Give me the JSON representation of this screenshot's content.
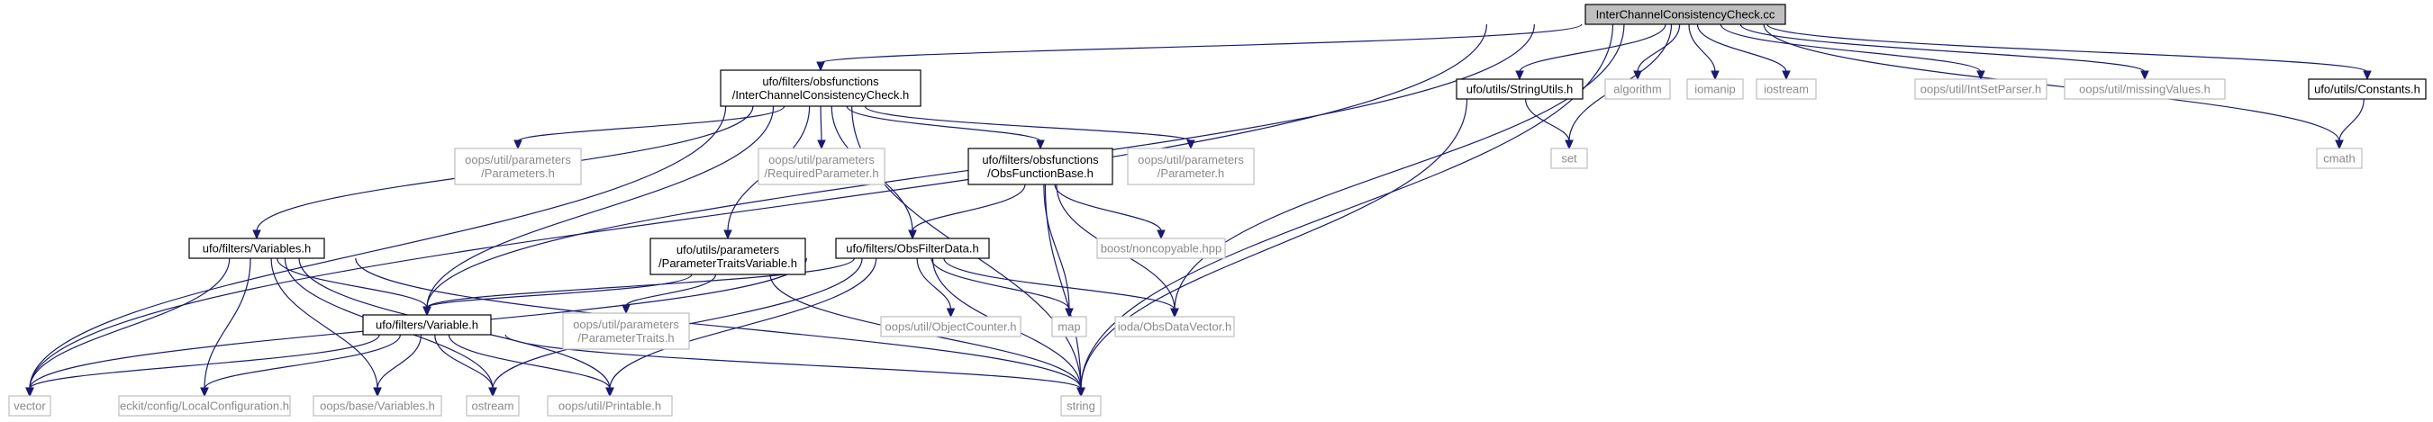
{
  "nodes": [
    {
      "id": "main",
      "style": "main",
      "lines": [
        "InterChannelConsistencyCheck.cc"
      ]
    },
    {
      "id": "icc_h",
      "style": "doc",
      "lines": [
        "ufo/filters/obsfunctions",
        "/InterChannelConsistencyCheck.h"
      ]
    },
    {
      "id": "stringutils",
      "style": "doc",
      "lines": [
        "ufo/utils/StringUtils.h"
      ]
    },
    {
      "id": "algorithm",
      "style": "ext",
      "lines": [
        "algorithm"
      ]
    },
    {
      "id": "iomanip",
      "style": "ext",
      "lines": [
        "iomanip"
      ]
    },
    {
      "id": "iostream",
      "style": "ext",
      "lines": [
        "iostream"
      ]
    },
    {
      "id": "intsetparser",
      "style": "ext",
      "lines": [
        "oops/util/IntSetParser.h"
      ]
    },
    {
      "id": "missingvalues",
      "style": "ext",
      "lines": [
        "oops/util/missingValues.h"
      ]
    },
    {
      "id": "constants",
      "style": "doc",
      "lines": [
        "ufo/utils/Constants.h"
      ]
    },
    {
      "id": "params_h",
      "style": "ext",
      "lines": [
        "oops/util/parameters",
        "/Parameters.h"
      ]
    },
    {
      "id": "reqparam",
      "style": "ext",
      "lines": [
        "oops/util/parameters",
        "/RequiredParameter.h"
      ]
    },
    {
      "id": "obsfuncbase",
      "style": "doc",
      "lines": [
        "ufo/filters/obsfunctions",
        "/ObsFunctionBase.h"
      ]
    },
    {
      "id": "param_h",
      "style": "ext",
      "lines": [
        "oops/util/parameters",
        "/Parameter.h"
      ]
    },
    {
      "id": "set",
      "style": "ext",
      "lines": [
        "set"
      ]
    },
    {
      "id": "cmath",
      "style": "ext",
      "lines": [
        "cmath"
      ]
    },
    {
      "id": "variables_h",
      "style": "doc",
      "lines": [
        "ufo/filters/Variables.h"
      ]
    },
    {
      "id": "ptv",
      "style": "doc",
      "lines": [
        "ufo/utils/parameters",
        "/ParameterTraitsVariable.h"
      ]
    },
    {
      "id": "noncopyable",
      "style": "ext",
      "lines": [
        "boost/noncopyable.hpp"
      ]
    },
    {
      "id": "obsfilterdata",
      "style": "doc",
      "lines": [
        "ufo/filters/ObsFilterData.h"
      ]
    },
    {
      "id": "variable_h",
      "style": "doc",
      "lines": [
        "ufo/filters/Variable.h"
      ]
    },
    {
      "id": "paramtraits",
      "style": "ext",
      "lines": [
        "oops/util/parameters",
        "/ParameterTraits.h"
      ]
    },
    {
      "id": "objectcounter",
      "style": "ext",
      "lines": [
        "oops/util/ObjectCounter.h"
      ]
    },
    {
      "id": "map",
      "style": "ext",
      "lines": [
        "map"
      ]
    },
    {
      "id": "obsdatavector",
      "style": "ext",
      "lines": [
        "ioda/ObsDataVector.h"
      ]
    },
    {
      "id": "vector",
      "style": "ext",
      "lines": [
        "vector"
      ]
    },
    {
      "id": "localconf",
      "style": "ext",
      "lines": [
        "eckit/config/LocalConfiguration.h"
      ]
    },
    {
      "id": "oopsvars",
      "style": "ext",
      "lines": [
        "oops/base/Variables.h"
      ]
    },
    {
      "id": "ostream",
      "style": "ext",
      "lines": [
        "ostream"
      ]
    },
    {
      "id": "printable",
      "style": "ext",
      "lines": [
        "oops/util/Printable.h"
      ]
    },
    {
      "id": "string",
      "style": "ext",
      "lines": [
        "string"
      ]
    }
  ],
  "edges": [
    [
      "main",
      "icc_h"
    ],
    [
      "main",
      "stringutils"
    ],
    [
      "main",
      "algorithm"
    ],
    [
      "main",
      "iomanip"
    ],
    [
      "main",
      "iostream"
    ],
    [
      "main",
      "intsetparser"
    ],
    [
      "main",
      "missingvalues"
    ],
    [
      "main",
      "constants"
    ],
    [
      "main",
      "set"
    ],
    [
      "main",
      "cmath"
    ],
    [
      "main",
      "vector"
    ],
    [
      "main",
      "variable_h"
    ],
    [
      "main",
      "obsdatavector"
    ],
    [
      "main",
      "string"
    ],
    [
      "icc_h",
      "params_h"
    ],
    [
      "icc_h",
      "reqparam"
    ],
    [
      "icc_h",
      "obsfuncbase"
    ],
    [
      "icc_h",
      "param_h"
    ],
    [
      "icc_h",
      "variables_h"
    ],
    [
      "icc_h",
      "ptv"
    ],
    [
      "icc_h",
      "obsfilterdata"
    ],
    [
      "icc_h",
      "variable_h"
    ],
    [
      "icc_h",
      "vector"
    ],
    [
      "icc_h",
      "string"
    ],
    [
      "stringutils",
      "set"
    ],
    [
      "stringutils",
      "string"
    ],
    [
      "constants",
      "cmath"
    ],
    [
      "obsfuncbase",
      "noncopyable"
    ],
    [
      "obsfuncbase",
      "obsfilterdata"
    ],
    [
      "obsfuncbase",
      "map"
    ],
    [
      "obsfuncbase",
      "obsdatavector"
    ],
    [
      "obsfuncbase",
      "string"
    ],
    [
      "variables_h",
      "variable_h"
    ],
    [
      "variables_h",
      "vector"
    ],
    [
      "variables_h",
      "localconf"
    ],
    [
      "variables_h",
      "oopsvars"
    ],
    [
      "variables_h",
      "ostream"
    ],
    [
      "variables_h",
      "printable"
    ],
    [
      "variables_h",
      "string"
    ],
    [
      "ptv",
      "paramtraits"
    ],
    [
      "ptv",
      "variable_h"
    ],
    [
      "ptv",
      "string"
    ],
    [
      "obsfilterdata",
      "variable_h"
    ],
    [
      "obsfilterdata",
      "objectcounter"
    ],
    [
      "obsfilterdata",
      "map"
    ],
    [
      "obsfilterdata",
      "obsdatavector"
    ],
    [
      "obsfilterdata",
      "vector"
    ],
    [
      "obsfilterdata",
      "ostream"
    ],
    [
      "obsfilterdata",
      "printable"
    ],
    [
      "obsfilterdata",
      "string"
    ],
    [
      "variable_h",
      "vector"
    ],
    [
      "variable_h",
      "localconf"
    ],
    [
      "variable_h",
      "oopsvars"
    ],
    [
      "variable_h",
      "ostream"
    ],
    [
      "variable_h",
      "printable"
    ],
    [
      "variable_h",
      "string"
    ]
  ]
}
